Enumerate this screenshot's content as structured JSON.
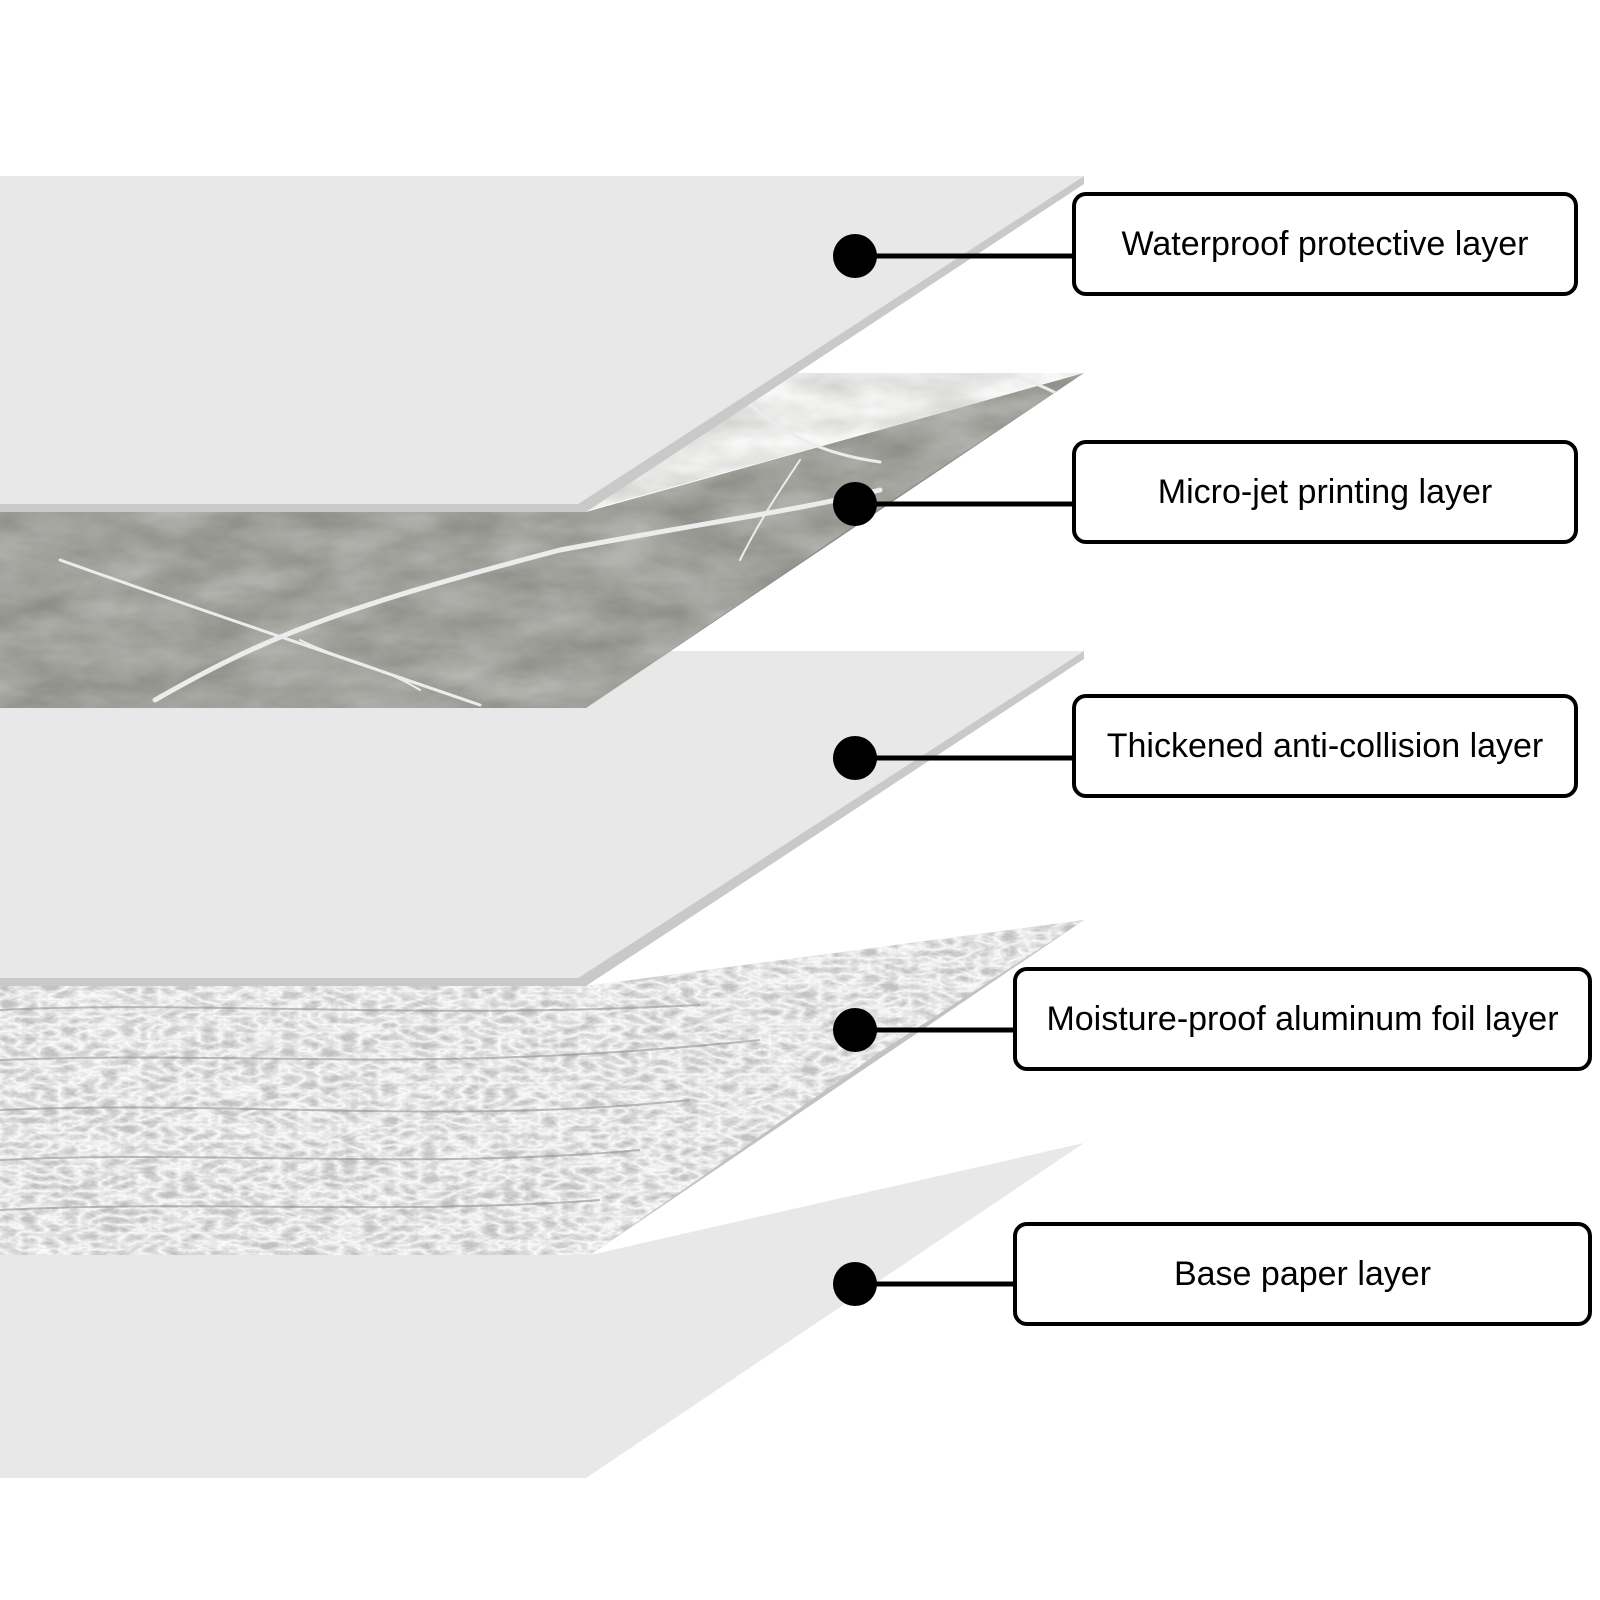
{
  "layers": [
    {
      "label": "Waterproof protective layer",
      "material": "plain"
    },
    {
      "label": "Micro-jet printing layer",
      "material": "marble"
    },
    {
      "label": "Thickened anti-collision layer",
      "material": "plain"
    },
    {
      "label": "Moisture-proof aluminum foil layer",
      "material": "foil"
    },
    {
      "label": "Base paper layer",
      "material": "plain"
    }
  ],
  "colors": {
    "plain_sheet": "#e8e8e8",
    "sheet_edge": "#c9c9c9",
    "marble": "#8e8f89",
    "foil": "#c2c2c2",
    "connector": "#000000",
    "background": "#ffffff"
  }
}
